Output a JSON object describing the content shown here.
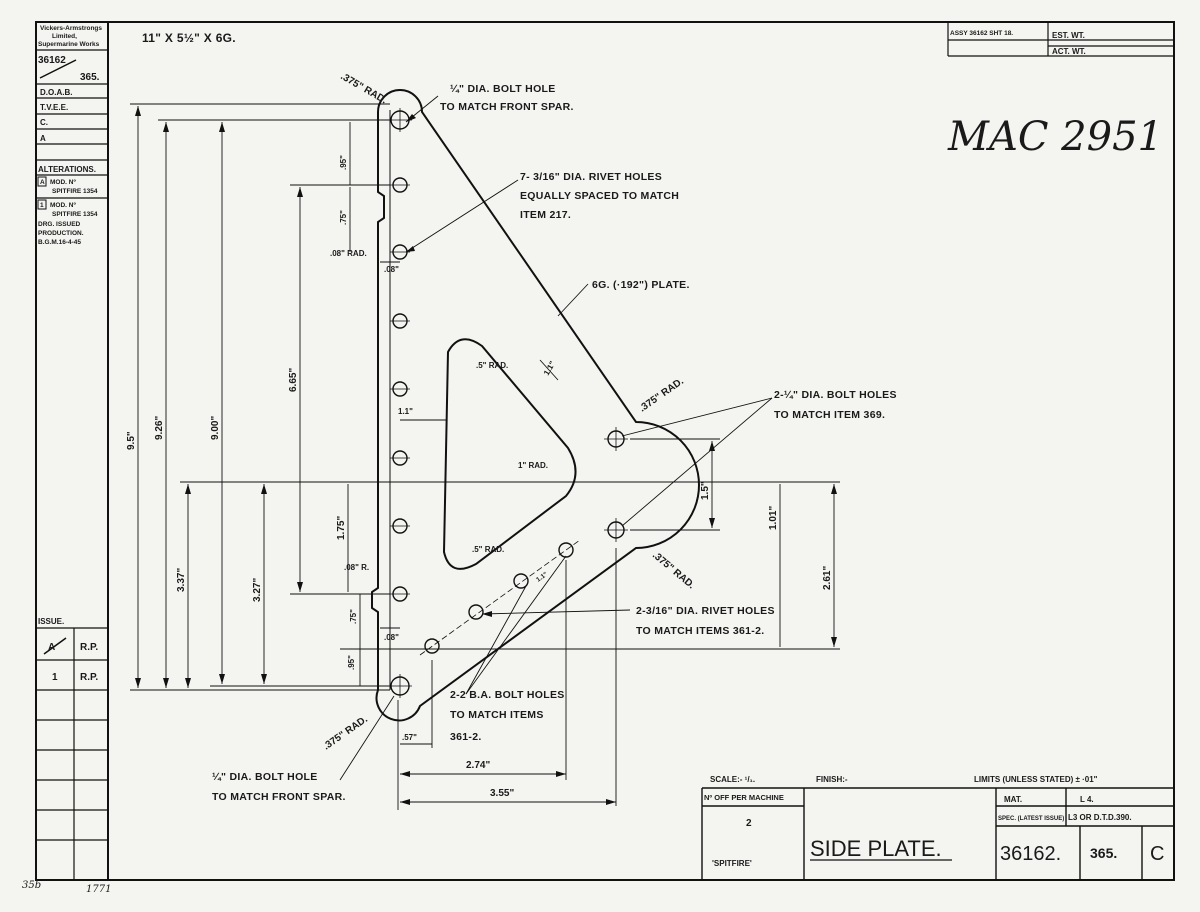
{
  "left_block": {
    "company": [
      "Vickers-Armstrongs",
      "Limited,",
      "Supermarine Works"
    ],
    "drawing_no": "36162",
    "sheet_no": "365.",
    "rows": [
      "D.O.A.B.",
      "T.V.E.E.",
      "C.",
      "A"
    ],
    "alterations_title": "ALTERATIONS.",
    "alt_a": [
      "MOD. Nº",
      "SPITFIRE 1354"
    ],
    "alt_1": [
      "MOD. Nº",
      "SPITFIRE 1354",
      "DRG. ISSUED",
      "PRODUCTION.",
      "B.G.M.16-4-45"
    ]
  },
  "issue_block": {
    "title": "ISSUE.",
    "rows": [
      {
        "issue": "A",
        "by": "R.P."
      },
      {
        "issue": "1",
        "by": "R.P."
      }
    ]
  },
  "material_size": "11\" X 5½\" X 6G.",
  "top_right": {
    "assy": "ASSY 36162 SHT 18.",
    "est_wt": "EST. WT.",
    "act_wt": "ACT. WT."
  },
  "handwritten_ref": "MAC 2951",
  "notes": {
    "bolt_top": [
      "¼\" DIA. BOLT HOLE",
      "TO MATCH FRONT SPAR."
    ],
    "rivets_7": [
      "7- 3/16\" DIA. RIVET HOLES",
      "EQUALLY SPACED TO MATCH",
      "ITEM 217."
    ],
    "plate": "6G. (·192\") PLATE.",
    "bolts_369": [
      "2-¼\" DIA. BOLT HOLES",
      "TO MATCH ITEM 369."
    ],
    "rivets_361": [
      "2-3/16\" DIA. RIVET HOLES",
      "TO MATCH ITEMS 361-2."
    ],
    "ba_bolts": [
      "2-2 B.A. BOLT HOLES",
      "TO MATCH ITEMS",
      "361-2."
    ],
    "bolt_bottom": [
      "¼\" DIA. BOLT HOLE",
      "TO MATCH FRONT SPAR."
    ]
  },
  "dims": {
    "rad_375_top": ".375\" RAD.",
    "rad_375_right": ".375\" RAD.",
    "rad_375_lower_right": ".375\" RAD.",
    "rad_375_bottom": ".375\" RAD.",
    "rad_08_top": ".08\" RAD.",
    "rad_08_bottom": ".08\" R.",
    "rad_5_top": ".5\" RAD.",
    "rad_5_bottom": ".5\" RAD.",
    "rad_1": "1\" RAD.",
    "d95": "9.5\"",
    "d926": "9.26\"",
    "d900": "9.00\"",
    "d665": "6.65\"",
    "d337": "3.37\"",
    "d327": "3.27\"",
    "d175": "1.75\"",
    "d95_top": ".95\"",
    "d75_top": ".75\"",
    "d08_top": ".08\"",
    "d75_bot": ".75\"",
    "d95_bot": ".95\"",
    "d08_bot": ".08\"",
    "d11_left": "1.1\"",
    "d11_diag": "1.1\"",
    "d15": "1.5\"",
    "d101": "1.01\"",
    "d261": "2.61\"",
    "d57": ".57\"",
    "d274": "2.74\"",
    "d355": "3.55\"",
    "d11_small": "1.1\""
  },
  "title_block": {
    "scale": "SCALE:- ¹/₁.",
    "finish": "FINISH:-",
    "limits": "LIMITS (UNLESS STATED) ± ·01\"",
    "n_off": "Nº OFF PER MACHINE",
    "qty": "2",
    "aircraft": "'SPITFIRE'",
    "title": "SIDE PLATE.",
    "mat_label": "MAT.",
    "mat_value": "L 4.",
    "spec_label": "SPEC. (LATEST ISSUE)",
    "spec_value": "L3 OR D.T.D.390.",
    "number": "36162.",
    "sheet": "365.",
    "issue": "C"
  },
  "margin_scribble": [
    "35b",
    "1771"
  ]
}
